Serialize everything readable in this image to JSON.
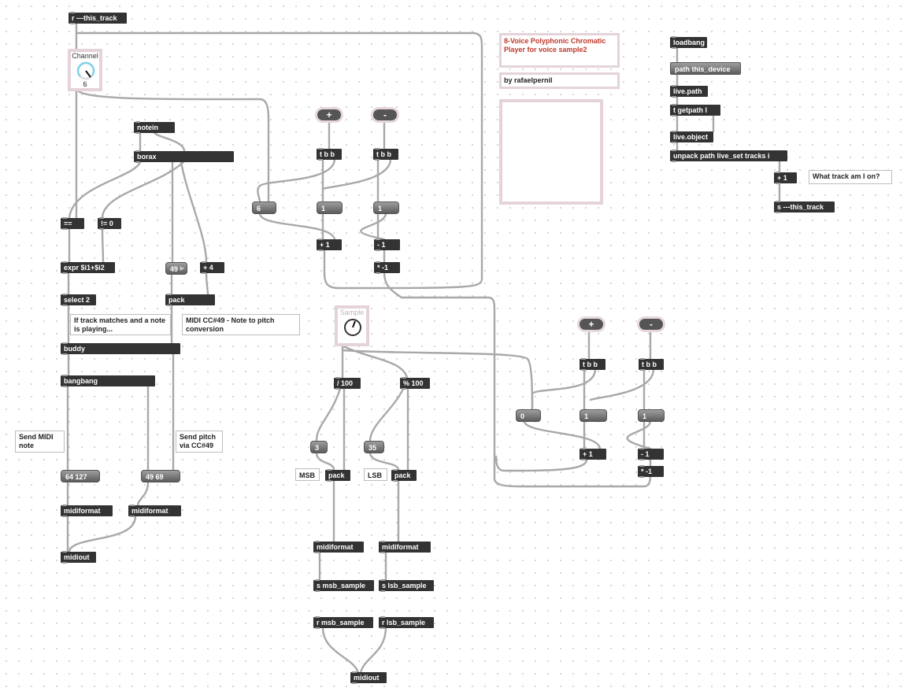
{
  "header": {
    "title": "8-Voice Polyphonic Chromatic Player for voice sample2",
    "author": "by rafaelpernil"
  },
  "objects": {
    "r_this_track": "r ---this_track",
    "notein": "notein",
    "borax": "borax",
    "eq": "==",
    "neq": "!= 0",
    "expr": "expr $i1+$i2",
    "select": "select 2",
    "num49": "49",
    "plus4": "+ 4",
    "pack_pitch": "pack",
    "buddy": "buddy",
    "bangbang": "bangbang",
    "msg_64_127": "64 127",
    "msg_49_69": "49 69",
    "midiformat1": "midiformat",
    "midiformat2": "midiformat",
    "midiout1": "midiout",
    "tbb_a": "t b b",
    "tbb_b": "t b b",
    "num6": "6",
    "num1a": "1",
    "num1b": "1",
    "plus1a": "+ 1",
    "minus1a": "- 1",
    "times_neg1a": "* -1",
    "div100": "/ 100",
    "mod100": "% 100",
    "num3": "3",
    "num35": "35",
    "pack_msb": "pack",
    "pack_lsb": "pack",
    "midiformat3": "midiformat",
    "midiformat4": "midiformat",
    "s_msb": "s msb_sample",
    "s_lsb": "s lsb_sample",
    "r_msb": "r msb_sample",
    "r_lsb": "r lsb_sample",
    "midiout2": "midiout",
    "tbb_c": "t b b",
    "tbb_d": "t b b",
    "num0": "0",
    "num1c": "1",
    "num1d": "1",
    "plus1b": "+ 1",
    "minus1b": "- 1",
    "times_neg1b": "* -1",
    "loadbang": "loadbang",
    "path_device": "path this_device",
    "live_path": "live.path",
    "t_getpath": "t getpath l",
    "live_object": "live.object",
    "unpack": "unpack path live_set tracks i",
    "plus1c": "+ 1",
    "s_this_track": "s ---this_track"
  },
  "buttons": {
    "plus_a": "+",
    "minus_a": "-",
    "plus_b": "+",
    "minus_b": "-"
  },
  "dials": {
    "channel_label": "Channel",
    "channel_value": "6",
    "sample_label": "Sample"
  },
  "comments": {
    "track_match": "If track matches and a note is playing...",
    "midi_cc": "MIDI CC#49 - Note to pitch conversion",
    "send_note": "Send MIDI note",
    "send_pitch": "Send pitch via CC#49",
    "msb": "MSB",
    "lsb": "LSB",
    "what_track": "What track am I on?"
  },
  "colors": {
    "object_bg": "#333333",
    "cable": "#a8a8a8",
    "panel_border": "#e4d3d8",
    "title_red": "#c0392b",
    "dial_accent": "#7fd3e8"
  }
}
